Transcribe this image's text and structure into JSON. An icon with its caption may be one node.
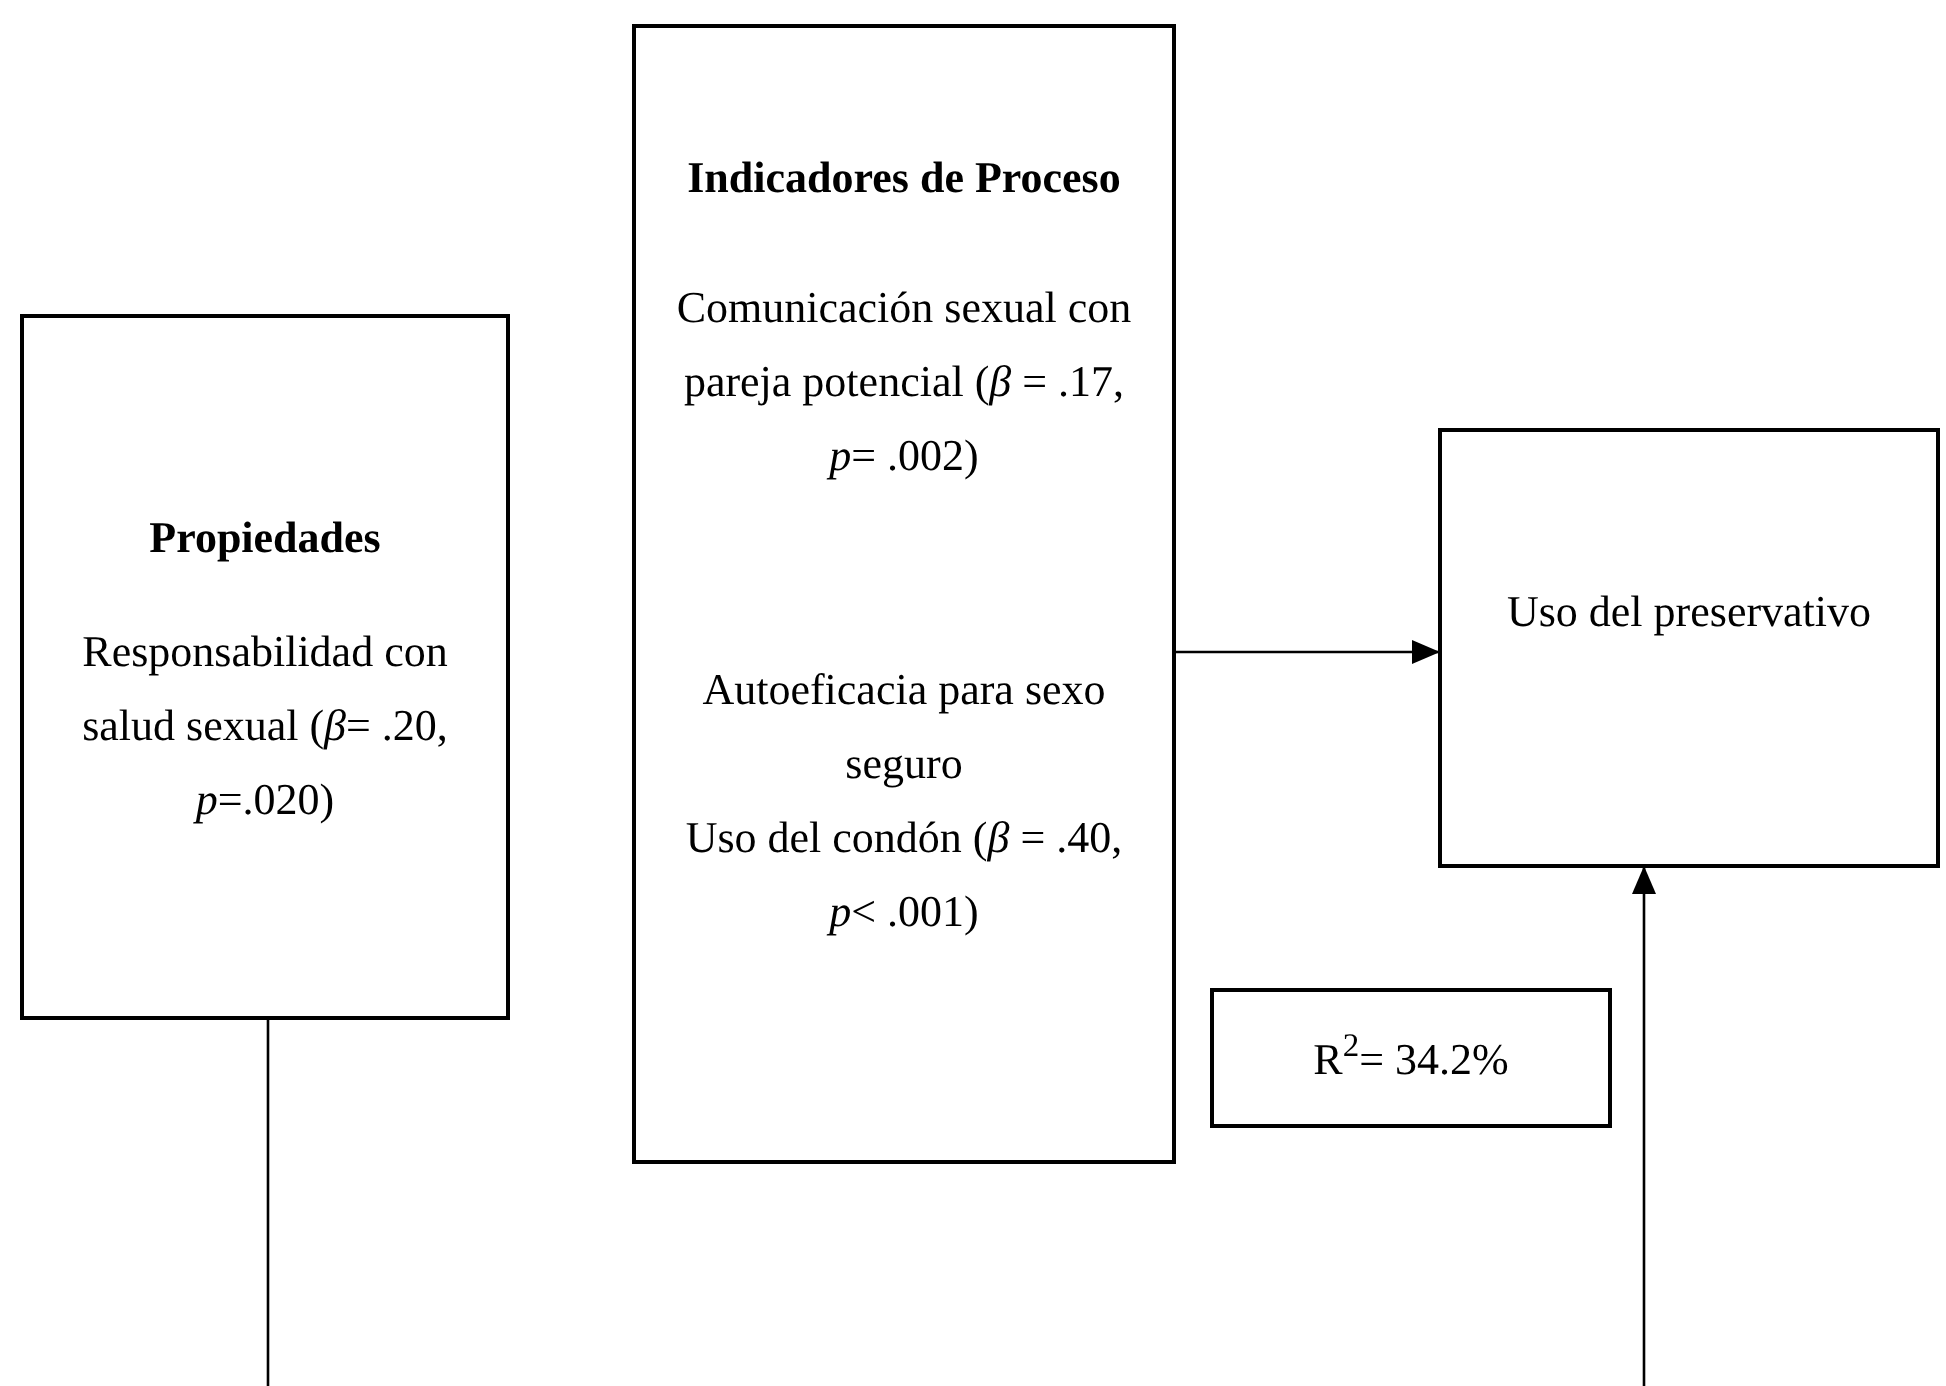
{
  "diagram": {
    "nodes": [
      {
        "text": [
          "Propiedades",
          "Responsabilidad con salud sexual (*β*= .20, *p*=.020)"
        ]
      },
      {
        "text": [
          "Indicadores de Proceso",
          "Comunicación sexual con pareja potencial (*β* = .17, *p*= .002)",
          "Autoeficacia para sexo seguro",
          "Uso del condón (*β* = .40, *p*< .001)"
        ]
      },
      {
        "text": [
          "Uso del preservativo"
        ]
      },
      {
        "text": [
          "R$^{2}$= 34.2%"
        ]
      }
    ],
    "edges": [
      {
        "from": 0,
        "to": null,
        "arrow": "none"
      },
      {
        "from": 1,
        "to": 2,
        "arrow": "to"
      },
      {
        "from": null,
        "to": 2,
        "arrow": "to"
      }
    ]
  }
}
